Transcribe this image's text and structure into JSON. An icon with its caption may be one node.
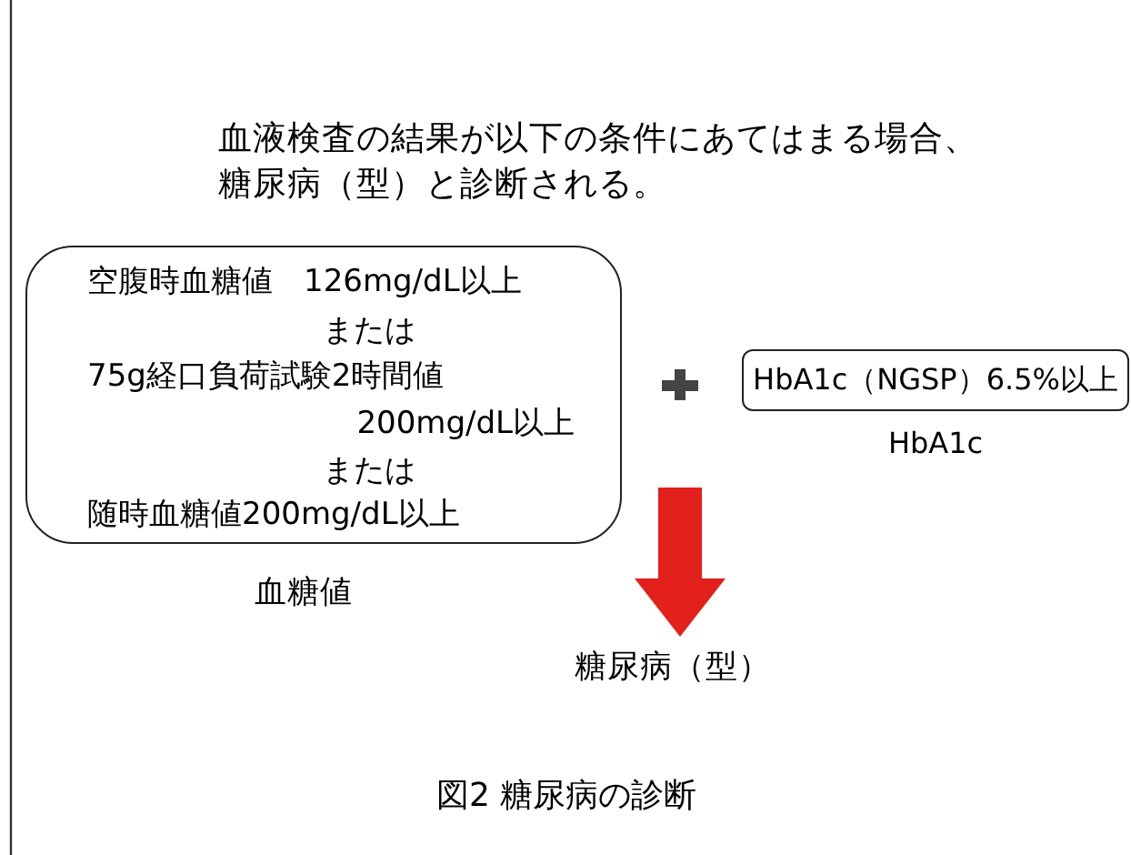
{
  "diagram": {
    "caption": "図2 糖尿病の診断",
    "nodes": [
      {
        "text": [
          "空腹時血糖値　126mg/dL以上",
          "または",
          "75g経口負荷試験2時間値 200mg/dL以上",
          "または",
          "随時血糖値200mg/dL以上"
        ],
        "beside": [
          "血糖値"
        ]
      },
      {
        "text": [
          "HbA1c（NGSP）6.5%以上"
        ],
        "beside": [
          "HbA1c"
        ]
      },
      {
        "text": [
          "糖尿病（型）"
        ]
      }
    ],
    "edges": [
      {
        "from": null,
        "to": 2,
        "arrow": "to"
      }
    ],
    "labels": [
      "血液検査の結果が以下の条件にあてはまる場合、糖尿病（型）と診断される。"
    ]
  }
}
